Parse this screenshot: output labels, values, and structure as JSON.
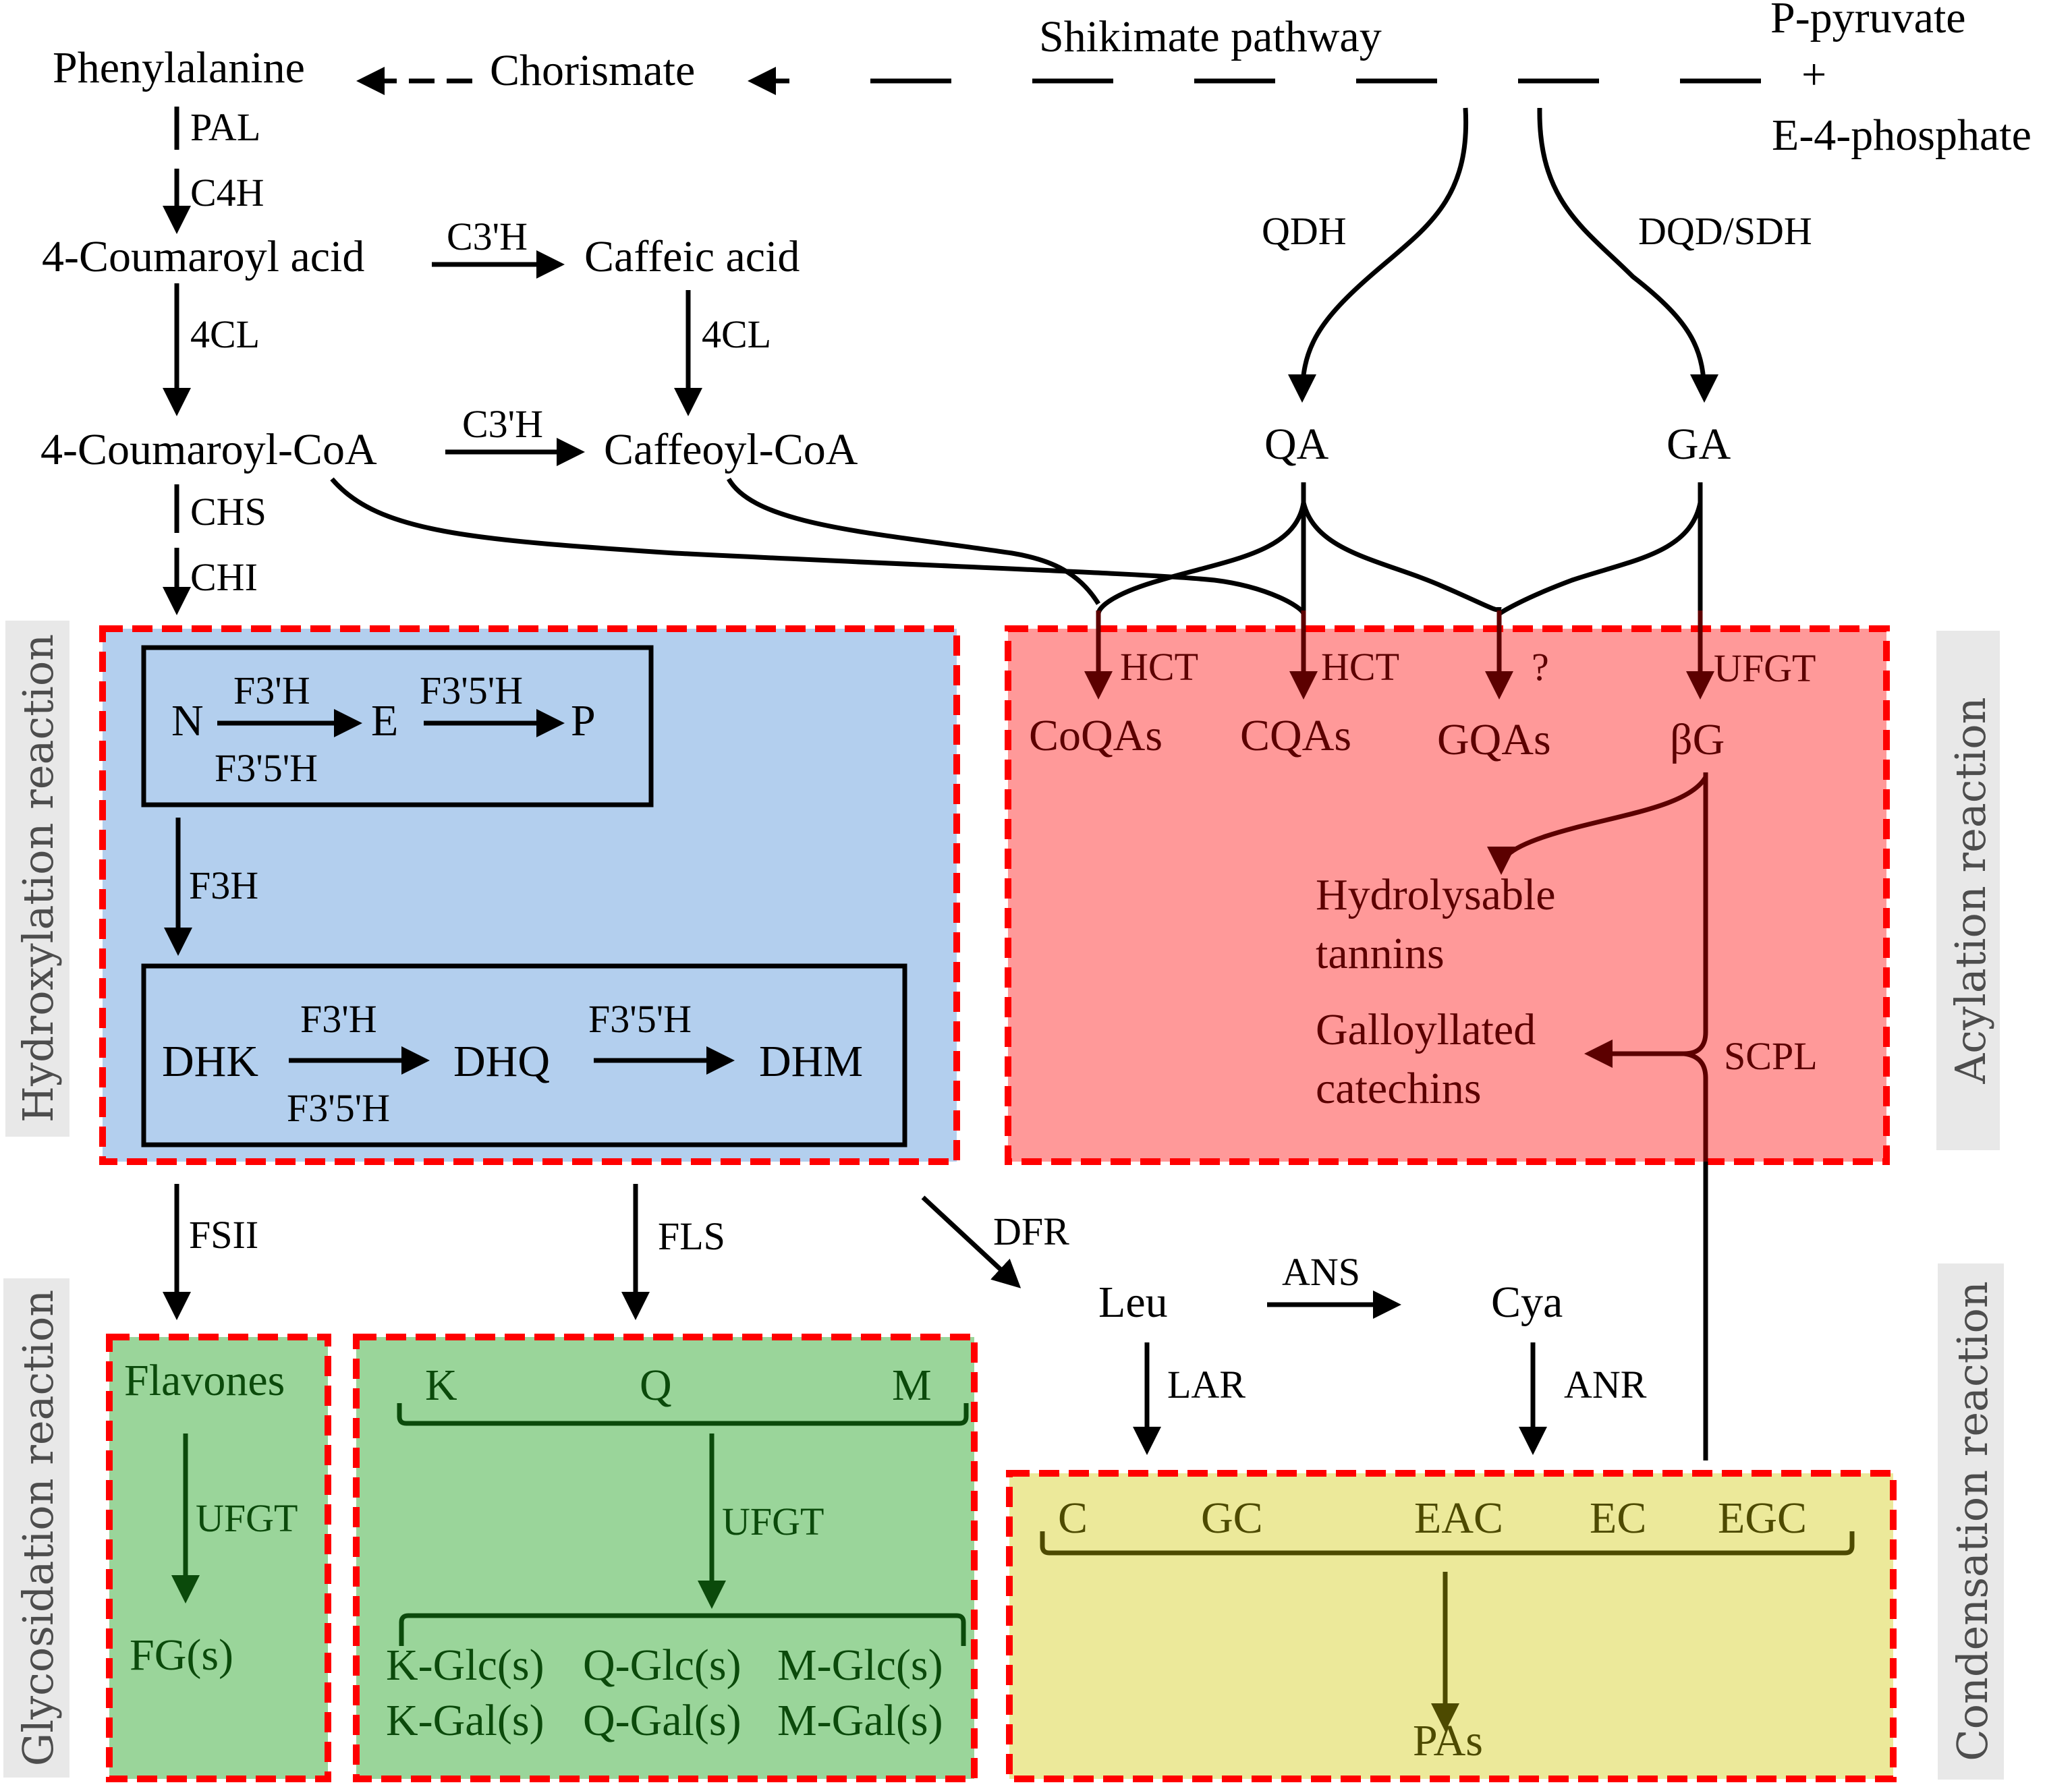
{
  "colors": {
    "hydroxylation_fill": "#b3cfee",
    "acylation_fill": "#ff9999",
    "glycosidation_fill": "#9ad59a",
    "condensation_fill": "#ece99a",
    "dashed_border": "#ff0000",
    "side_label_bg": "#e8e8e8",
    "side_label_text": "#4d4d4d",
    "acylation_text": "#5c0000",
    "glycosidation_text": "#0b4a0b",
    "condensation_text": "#4d4a00"
  },
  "top": {
    "phenylalanine": "Phenylalanine",
    "chorismate": "Chorismate",
    "shikimate_pathway": "Shikimate pathway",
    "p_pyruvate": "P-pyruvate",
    "plus": "+",
    "e4_phosphate": "E-4-phosphate",
    "qdh": "QDH",
    "dqd_sdh": "DQD/SDH",
    "qa": "QA",
    "ga": "GA"
  },
  "phenylpropanoid": {
    "pal": "PAL",
    "c4h": "C4H",
    "coumaroyl_acid": "4-Coumaroyl acid",
    "c3h_1": "C3'H",
    "caffeic_acid": "Caffeic acid",
    "fourcl_1": "4CL",
    "fourcl_2": "4CL",
    "coumaroyl_coa": "4-Coumaroyl-CoA",
    "c3h_2": "C3'H",
    "caffeoyl_coa": "Caffeoyl-CoA",
    "chs": "CHS",
    "chi": "CHI"
  },
  "side_labels": {
    "hydroxylation": "Hydroxylation reaction",
    "acylation": "Acylation reaction",
    "glycosidation": "Glycosidation reaction",
    "condensation": "Condensation reaction"
  },
  "hydroxylation": {
    "n": "N",
    "e": "E",
    "p": "P",
    "f3h_top": "F3'H",
    "f35h_bottom": "F3'5'H",
    "f35h_top2": "F3'5'H",
    "f3h_enzyme": "F3H",
    "dhk": "DHK",
    "dhq": "DHQ",
    "dhm": "DHM",
    "f3h_top_b": "F3'H",
    "f35h_bottom_b": "F3'5'H",
    "f35h_top_b2": "F3'5'H"
  },
  "acylation": {
    "hct_1": "HCT",
    "hct_2": "HCT",
    "unknown": "?",
    "ufgt": "UFGT",
    "coqas": "CoQAs",
    "cqas": "CQAs",
    "gqas": "GQAs",
    "beta_g": "βG",
    "hydrolysable": "Hydrolysable",
    "tannins": "tannins",
    "galloyllated": "Galloyllated",
    "catechins": "catechins",
    "scpl": "SCPL"
  },
  "middle": {
    "fsii": "FSII",
    "fls": "FLS",
    "dfr": "DFR",
    "leu": "Leu",
    "ans": "ANS",
    "cya": "Cya",
    "lar": "LAR",
    "anr": "ANR"
  },
  "glycosidation": {
    "flavones": "Flavones",
    "ufgt_1": "UFGT",
    "fgs": "FG(s)",
    "k": "K",
    "q": "Q",
    "m": "M",
    "ufgt_2": "UFGT",
    "row1": [
      "K-Glc(s)",
      "Q-Glc(s)",
      "M-Glc(s)"
    ],
    "row2": [
      "K-Gal(s)",
      "Q-Gal(s)",
      "M-Gal(s)"
    ]
  },
  "condensation": {
    "monomers": [
      "C",
      "GC",
      "EAC",
      "EC",
      "EGC"
    ],
    "pas": "PAs"
  }
}
